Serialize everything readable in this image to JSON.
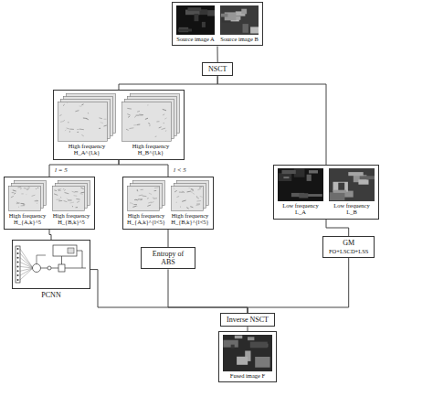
{
  "diagram": {
    "nodes": [
      {
        "text": [
          "Source image A",
          "Source image B"
        ]
      },
      {
        "text": [
          "NSCT"
        ]
      },
      {
        "text": [
          "High frequency H_A^{l,k}",
          "High frequency H_B^{l,k}"
        ]
      },
      {
        "text": [
          "High frequency H_{A,k}^5",
          "High frequency H_{B,k}^5"
        ]
      },
      {
        "text": [
          "High frequency H_{A,k}^{l<5}",
          "High frequency H_{B,k}^{l<5}"
        ]
      },
      {
        "text": [
          "PCNN"
        ]
      },
      {
        "text": [
          "Entropy of ABS"
        ]
      },
      {
        "text": [
          "Low frequency L_A",
          "Low frequency L_B"
        ]
      },
      {
        "text": [
          "GM",
          "FO+LSCD+LSS"
        ]
      },
      {
        "text": [
          "Inverse NSCT"
        ]
      },
      {
        "text": [
          "Fused image F"
        ]
      }
    ],
    "edges": [
      {
        "from": 0,
        "to": 1,
        "arrow": "none"
      },
      {
        "from": 1,
        "to": 2,
        "arrow": "none"
      },
      {
        "from": 1,
        "to": 7,
        "arrow": "none"
      },
      {
        "from": 2,
        "to": 3,
        "arrow": "none"
      },
      {
        "from": 2,
        "to": 4,
        "arrow": "none"
      },
      {
        "from": 3,
        "to": 5,
        "arrow": "none"
      },
      {
        "from": 4,
        "to": 6,
        "arrow": "none"
      },
      {
        "from": 7,
        "to": 8,
        "arrow": "none"
      },
      {
        "from": 5,
        "to": 9,
        "arrow": "none"
      },
      {
        "from": 6,
        "to": 9,
        "arrow": "none"
      },
      {
        "from": 8,
        "to": 9,
        "arrow": "none"
      },
      {
        "from": 9,
        "to": 10,
        "arrow": "none"
      }
    ],
    "labels": [
      "l = 5",
      "l < 5"
    ]
  }
}
